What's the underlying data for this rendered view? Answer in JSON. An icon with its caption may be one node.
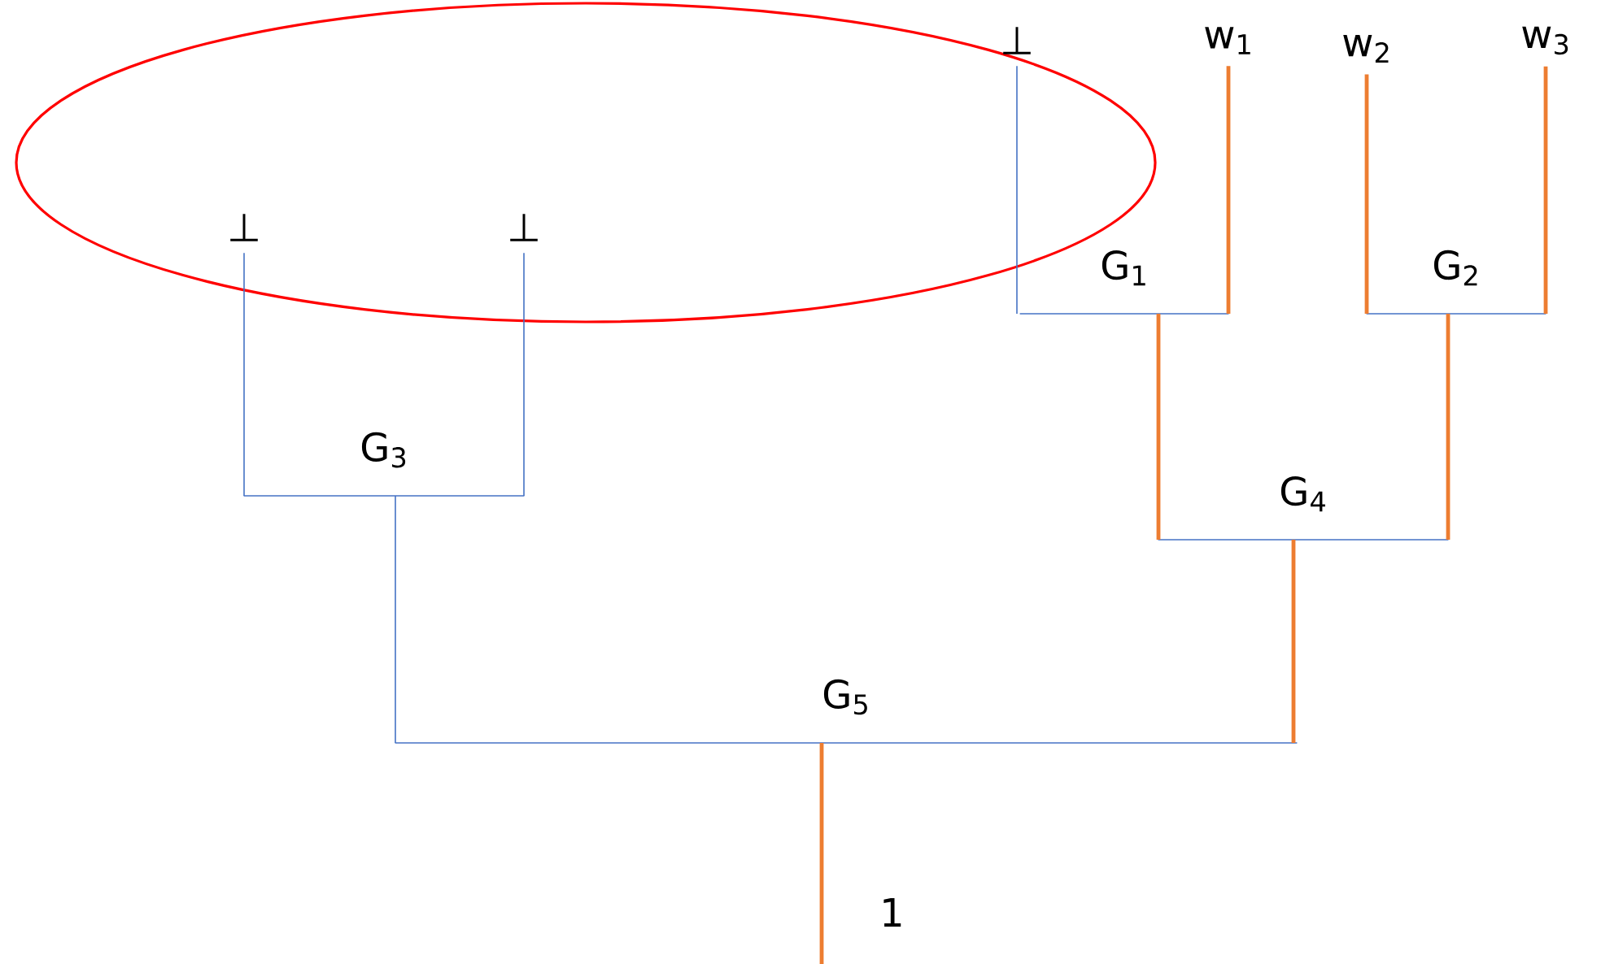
{
  "diagram": {
    "nodes": [
      {
        "text": [],
        "shape": "ellipse"
      },
      {
        "text": [
          "⊥"
        ],
        "in": 0
      },
      {
        "text": [
          "w$_{1}$"
        ]
      },
      {
        "text": [
          "w$_{2}$"
        ]
      },
      {
        "text": [
          "w$_{3}$"
        ]
      },
      {
        "text": [
          "⊥"
        ],
        "in": 0
      },
      {
        "text": [
          "⊥"
        ],
        "in": 0
      },
      {
        "text": [
          "G$_{1}$"
        ]
      },
      {
        "text": [
          "G$_{2}$"
        ]
      },
      {
        "text": [
          "G$_{3}$"
        ]
      },
      {
        "text": [
          "G$_{4}$"
        ]
      },
      {
        "text": [
          "G$_{5}$"
        ]
      },
      {
        "text": [
          "1"
        ]
      }
    ],
    "edges": [
      {
        "from": 1,
        "to": 7,
        "arrow": "none",
        "color": "#4472c4"
      },
      {
        "from": 2,
        "to": 7,
        "arrow": "none"
      },
      {
        "from": 3,
        "to": 8,
        "arrow": "none"
      },
      {
        "from": 4,
        "to": 8,
        "arrow": "none"
      },
      {
        "from": 5,
        "to": 9,
        "arrow": "none",
        "color": "#4472c4"
      },
      {
        "from": 6,
        "to": 9,
        "arrow": "none",
        "color": "#4472c4"
      },
      {
        "from": 7,
        "to": 10,
        "arrow": "none"
      },
      {
        "from": 8,
        "to": 10,
        "arrow": "none"
      },
      {
        "from": 9,
        "to": 11,
        "arrow": "none",
        "color": "#4472c4"
      },
      {
        "from": 10,
        "to": 11,
        "arrow": "none"
      },
      {
        "from": 11,
        "to": 12,
        "arrow": "none"
      }
    ]
  }
}
